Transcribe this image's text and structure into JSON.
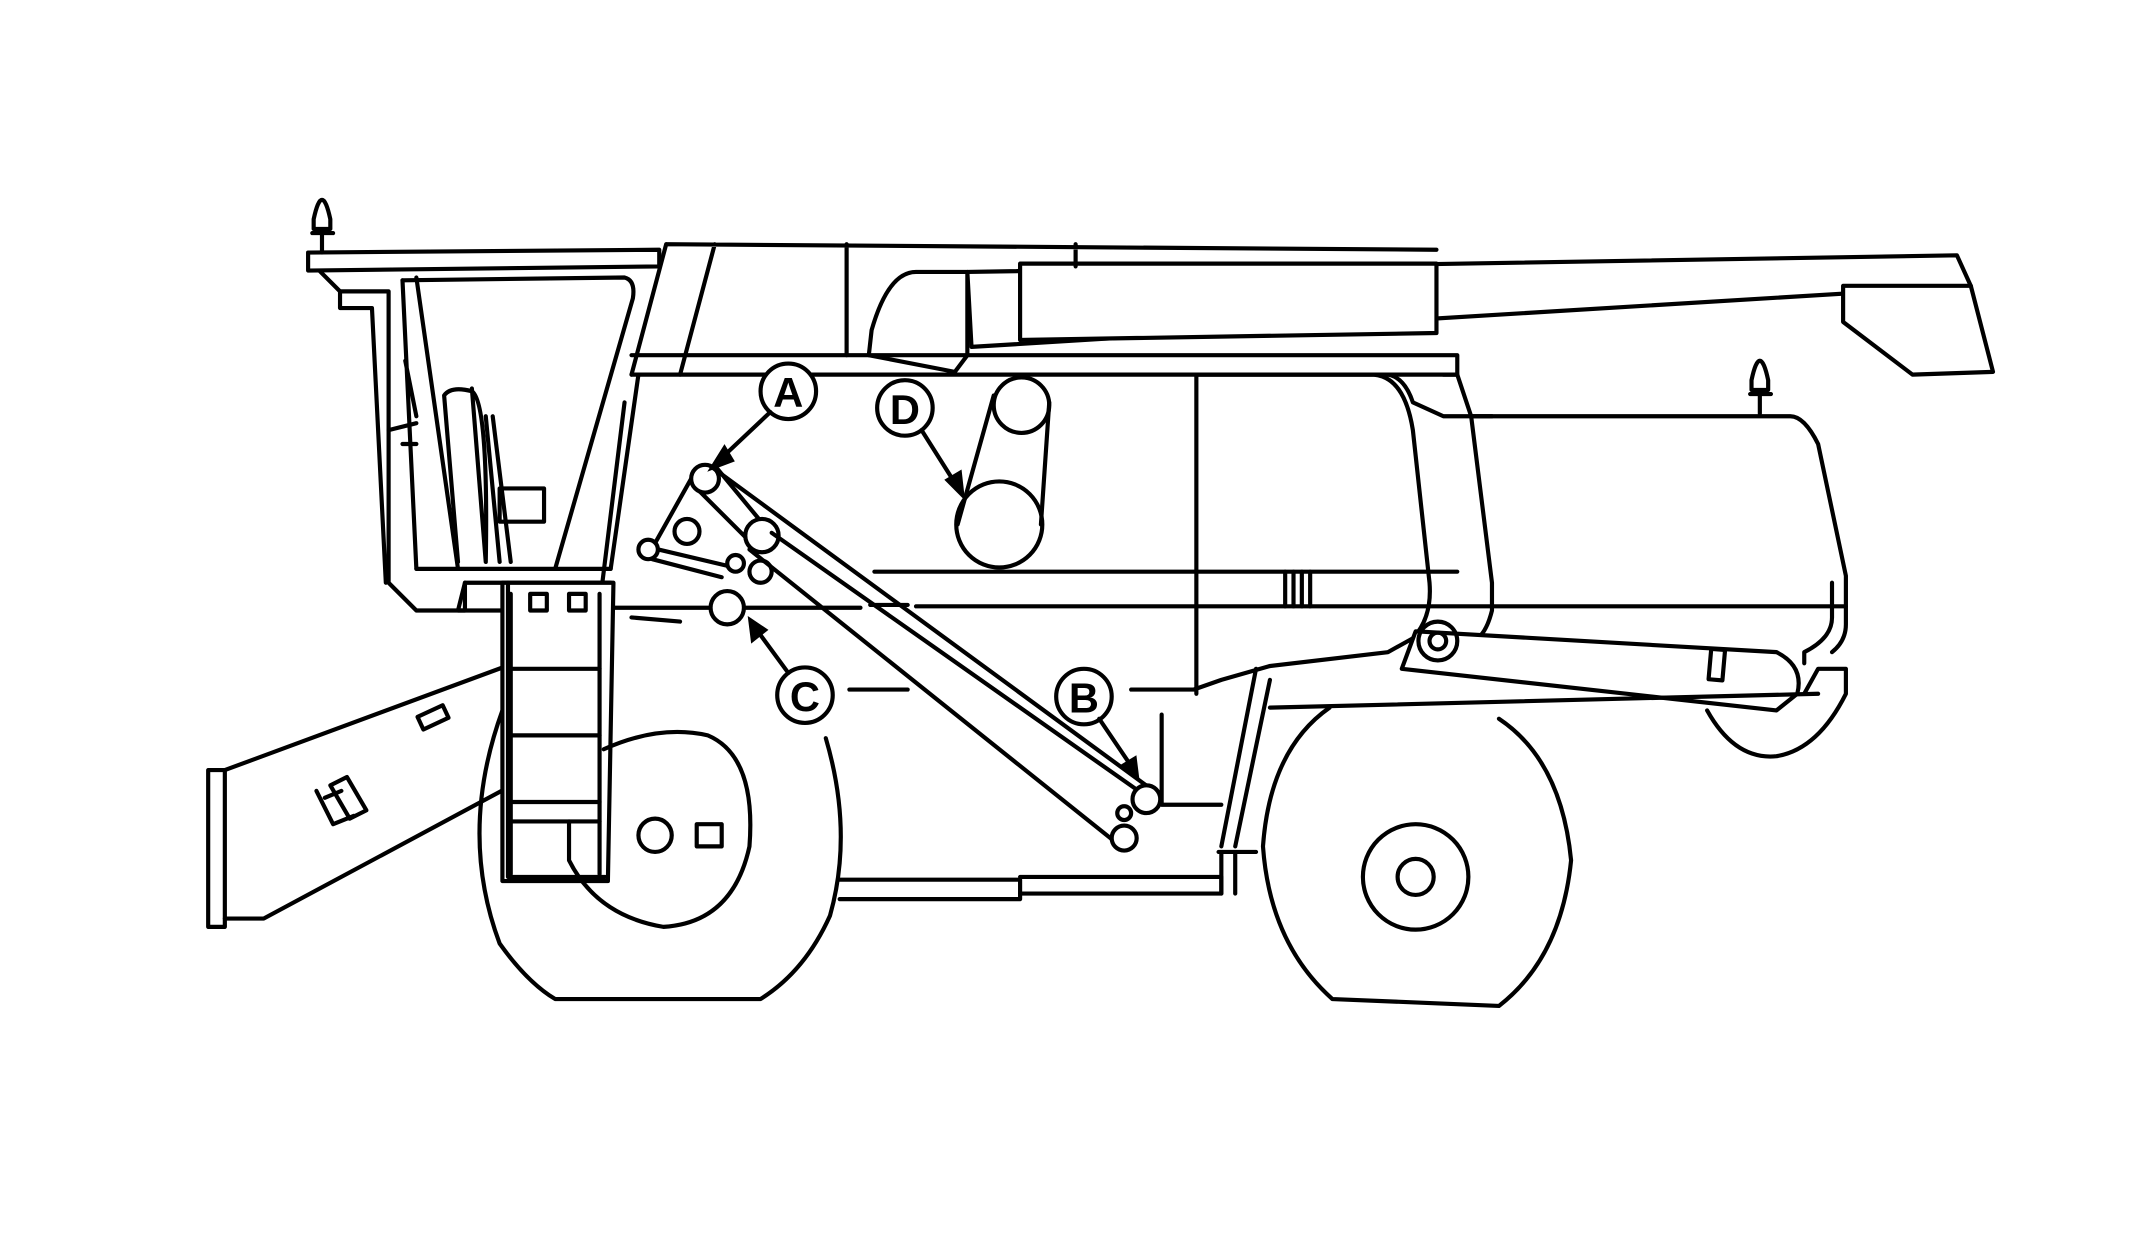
{
  "callouts": {
    "a": {
      "label": "A"
    },
    "b": {
      "label": "B"
    },
    "c": {
      "label": "C"
    },
    "d": {
      "label": "D"
    }
  },
  "colors": {
    "stroke": "#000000",
    "background": "#ffffff"
  }
}
